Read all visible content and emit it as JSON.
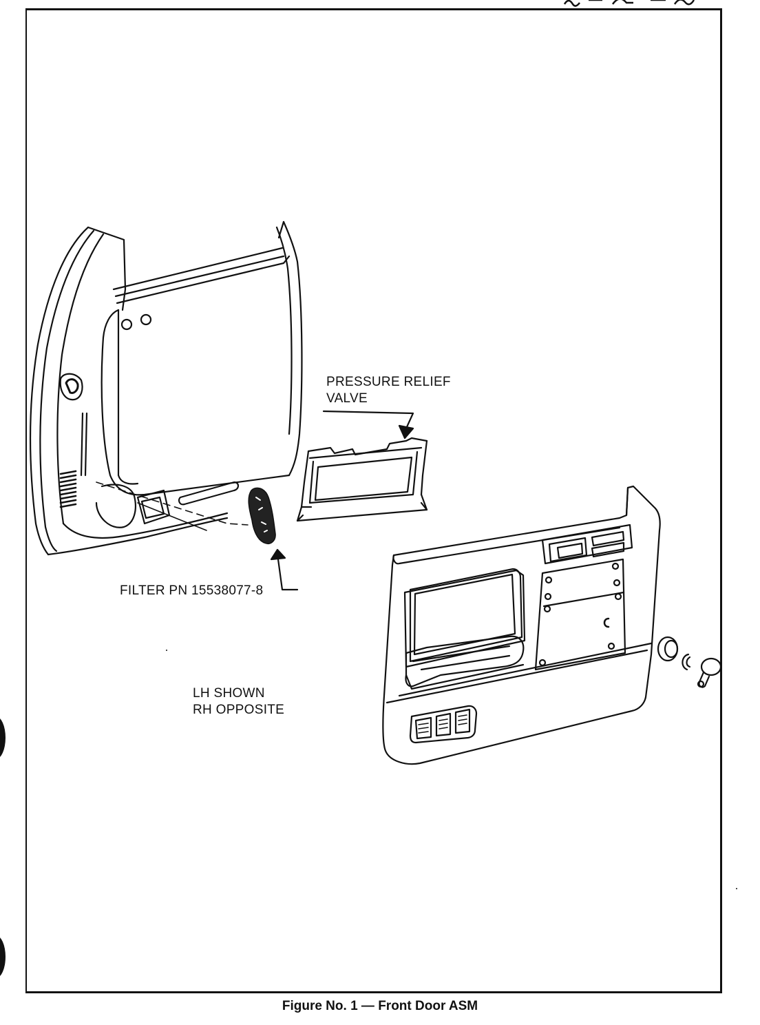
{
  "labels": {
    "valve_line1": "PRESSURE RELIEF",
    "valve_line2": "VALVE",
    "filter": "FILTER PN 15538077-8",
    "side_line1": "LH SHOWN",
    "side_line2": "RH OPPOSITE"
  },
  "caption": "Figure No. 1 — Front Door ASM",
  "colors": {
    "ink": "#111111",
    "paper": "#ffffff"
  }
}
